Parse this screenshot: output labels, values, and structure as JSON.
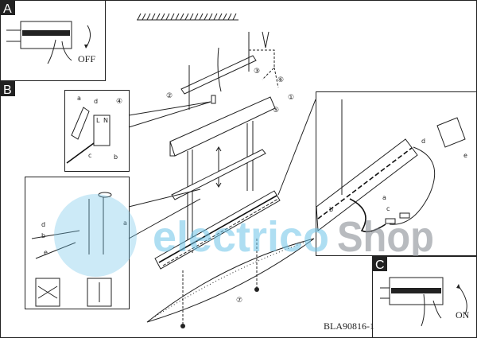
{
  "panels": {
    "a": {
      "label": "A",
      "action": "OFF"
    },
    "b": {
      "label": "B"
    },
    "c": {
      "label": "C",
      "action": "ON"
    }
  },
  "steps": [
    "①",
    "②",
    "③",
    "④",
    "⑤",
    "⑥",
    "⑦"
  ],
  "callouts": [
    "a",
    "b",
    "c",
    "d",
    "e"
  ],
  "terminal": {
    "live": "L",
    "neutral": "N"
  },
  "document_code": "BLA90816-1",
  "watermark": {
    "part1": "electrico",
    "part2": "Shop"
  },
  "colors": {
    "watermark_blue": "#6cc4e8",
    "watermark_grey": "#8a8f96"
  }
}
